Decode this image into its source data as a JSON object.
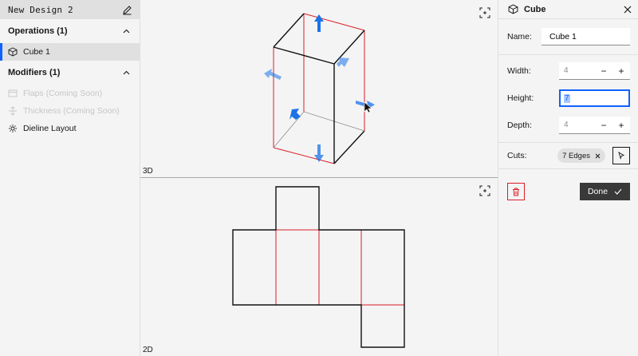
{
  "sidebar": {
    "design_title": "New Design 2",
    "operations_header": "Operations (1)",
    "operation_item": "Cube 1",
    "modifiers_header": "Modifiers (1)",
    "modifier_flaps": "Flaps (Coming Soon)",
    "modifier_thickness": "Thickness (Coming Soon)",
    "modifier_dieline": "Dieline Layout"
  },
  "canvas": {
    "label_3d": "3D",
    "label_2d": "2D"
  },
  "panel": {
    "title": "Cube",
    "name_label": "Name:",
    "name_value": "Cube 1",
    "width_label": "Width:",
    "width_value": "4",
    "height_label": "Height:",
    "height_value": "7",
    "depth_label": "Depth:",
    "depth_value": "4",
    "cuts_label": "Cuts:",
    "cuts_tag": "7 Edges",
    "done_label": "Done"
  },
  "colors": {
    "accent": "#0f62fe",
    "cut_edge": "#da1e28",
    "arrow": "#1a73e8"
  }
}
